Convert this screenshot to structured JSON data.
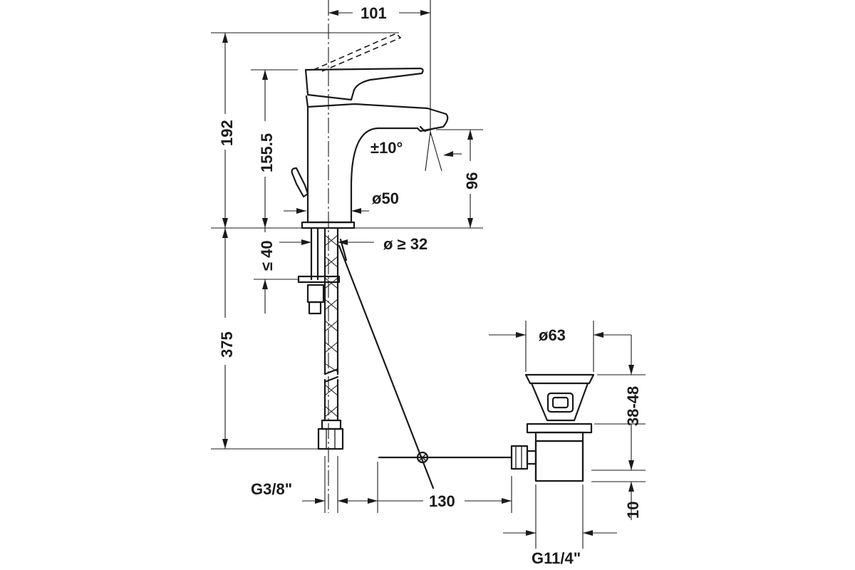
{
  "dimensions": {
    "width_top": "101",
    "height_total": "192",
    "height_lever": "155.5",
    "angle": "±10°",
    "spout_height": "96",
    "body_diameter": "ø50",
    "hole_diameter": "ø ≥ 32",
    "deck_thickness": "≤ 40",
    "hose_length": "375",
    "drain_diameter": "ø63",
    "drain_range": "38-48",
    "drain_offset": "10",
    "rod_distance": "130",
    "hose_thread": "G3/8\"",
    "drain_thread": "G11/4\""
  }
}
